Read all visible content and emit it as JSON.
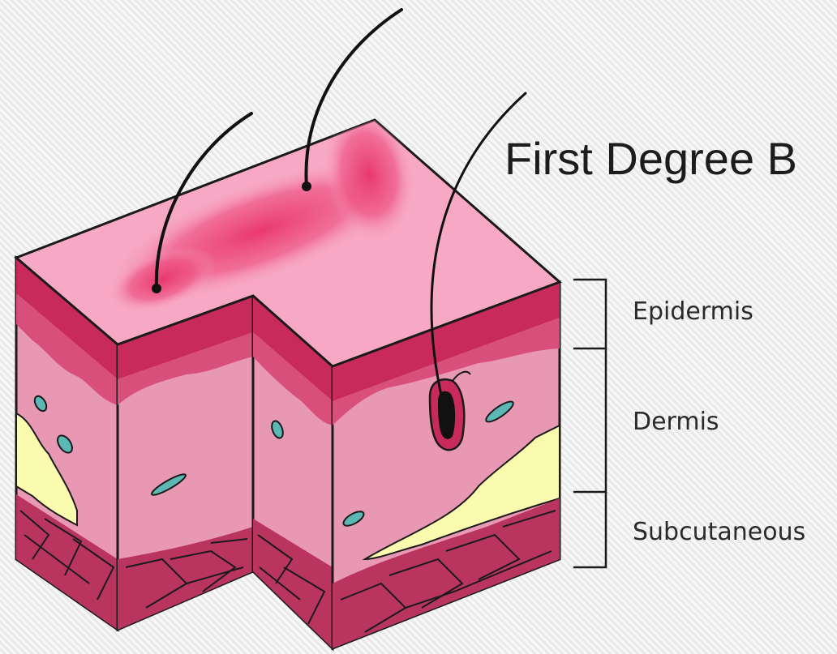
{
  "title": "First Degree B",
  "layers": {
    "epidermis": "Epidermis",
    "dermis": "Dermis",
    "subcutaneous": "Subcutaneous"
  },
  "colors": {
    "skin_surface": "#f7a8c4",
    "burn": "#e8336a",
    "epidermis": "#c92a5c",
    "dermis": "#e998b4",
    "fat": "#fbfbb0",
    "subcutaneous": "#b93560",
    "vessel": "#5bb8b4",
    "outline": "#1a1a1a"
  }
}
